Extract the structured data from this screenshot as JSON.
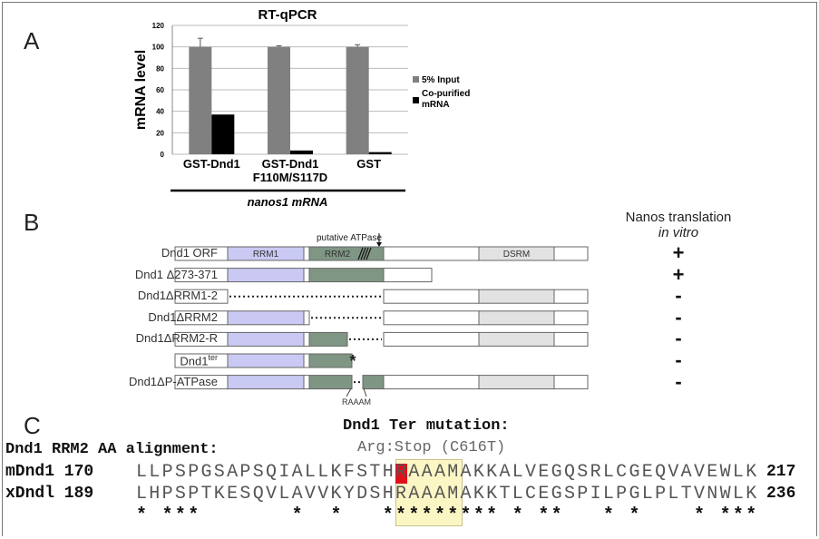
{
  "panels": {
    "a": "A",
    "b": "B",
    "c": "C"
  },
  "chart_data": {
    "type": "bar",
    "title": "RT-qPCR",
    "ylabel": "mRNA level",
    "xlabel": "nanos1 mRNA",
    "ylim": [
      0,
      120
    ],
    "yticks": [
      "0",
      "20",
      "40",
      "60",
      "80",
      "100",
      "120"
    ],
    "categories": [
      "GST-Dnd1",
      "GST-Dnd1\nF110M/S117D",
      "GST"
    ],
    "category_lines": [
      [
        "GST-Dnd1"
      ],
      [
        "GST-Dnd1",
        "F110M/S117D"
      ],
      [
        "GST"
      ]
    ],
    "series": [
      {
        "name": "5% Input",
        "color": "#808080",
        "values": [
          100,
          100,
          100
        ],
        "errors": [
          8,
          1,
          2
        ]
      },
      {
        "name": "Co-purified mRNA",
        "color": "#000000",
        "values": [
          37,
          3.5,
          2
        ],
        "errors": [
          0,
          0,
          0
        ]
      }
    ],
    "legend": {
      "position": "right",
      "items": [
        "5% Input",
        "Co-purified",
        "mRNA"
      ]
    },
    "grid": true
  },
  "constructs": {
    "header": {
      "line1": "Nanos translation",
      "line2": "in vitro"
    },
    "annotation_atpase": "putative ATPase",
    "annotation_raaam": "RAAAM",
    "domains": {
      "rrm1": "RRM1",
      "rrm2": "RRM2",
      "dsrm": "DSRM"
    },
    "colors": {
      "rrm1": "#c9c9f4",
      "rrm2": "#7f9684",
      "dsrm": "#e2e2e2"
    },
    "rows": [
      {
        "label": "Dnd1 ORF",
        "sup": "",
        "result": "+"
      },
      {
        "label": "Dnd1 Δ273-371",
        "sup": "",
        "result": "+"
      },
      {
        "label": "Dnd1ΔRRM1-2",
        "sup": "",
        "result": "-"
      },
      {
        "label": "Dnd1ΔRRM2",
        "sup": "",
        "result": "-"
      },
      {
        "label": "Dnd1ΔRRM2-R",
        "sup": "",
        "result": "-"
      },
      {
        "label": "Dnd1",
        "sup": "ter",
        "result": "-"
      },
      {
        "label": "Dnd1ΔP-ATPase",
        "sup": "",
        "result": "-"
      }
    ]
  },
  "alignment": {
    "title": "Dnd1 Ter mutation:",
    "subtitle": "Arg:Stop (C616T)",
    "heading": "Dnd1 RRM2 AA alignment:",
    "rows": [
      {
        "name": "mDnd1 170",
        "seq": "LLPSPGSAPSQIALLKFSTHRAAAMAKKALVEGQSRLCGEQVAVEWLK",
        "end": "217"
      },
      {
        "name": "xDndl 189",
        "seq": "LHPSPTKESQVLAVVKYDSHRAAAMAKKTLCEGSPILPGLPLTVNWLK",
        "end": "236"
      }
    ],
    "conservation": "* ***       *  *   ********* * **   * *    * ***",
    "mutation_color": "#e0101a",
    "box_color": "#fbf6c4"
  }
}
